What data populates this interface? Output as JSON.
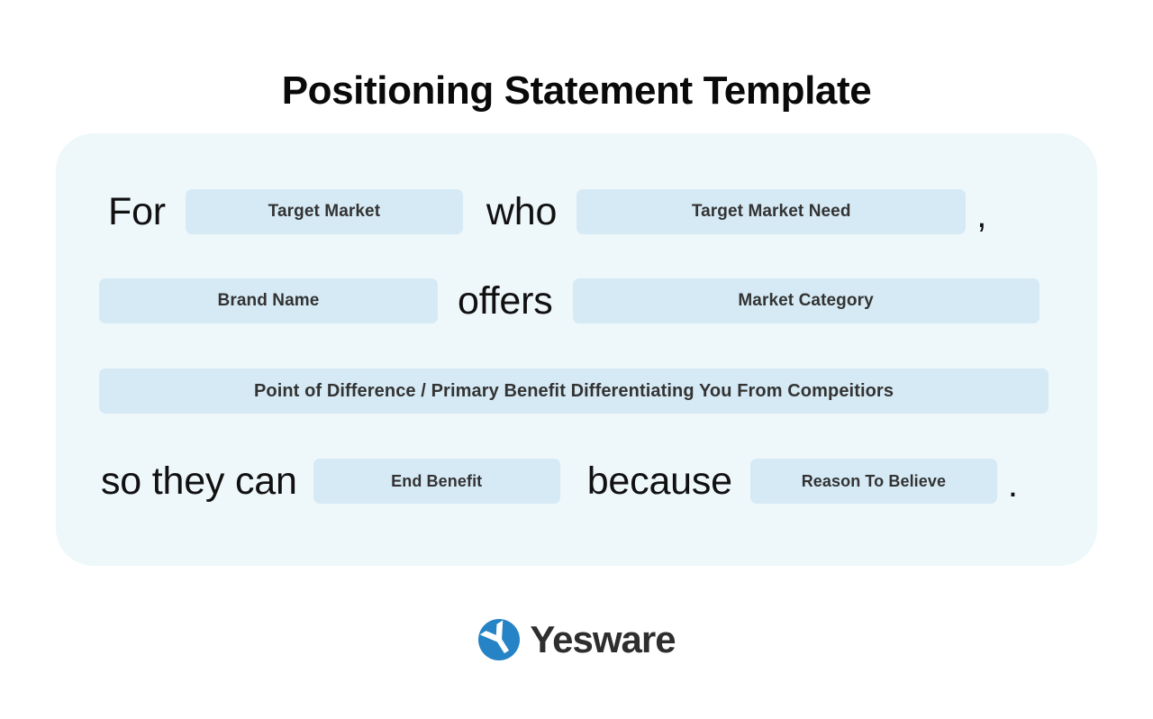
{
  "title": "Positioning Statement Template",
  "statement": {
    "rows": [
      {
        "id": "row-1",
        "parts": [
          {
            "kind": "connector",
            "text": "For"
          },
          {
            "kind": "field",
            "label": "Target Market"
          },
          {
            "kind": "connector",
            "text": "who"
          },
          {
            "kind": "field",
            "label": "Target Market Need"
          },
          {
            "kind": "punctuation",
            "text": ","
          }
        ]
      },
      {
        "id": "row-2",
        "parts": [
          {
            "kind": "field",
            "label": "Brand Name"
          },
          {
            "kind": "connector",
            "text": "offers"
          },
          {
            "kind": "field",
            "label": "Market Category"
          }
        ]
      },
      {
        "id": "row-3",
        "parts": [
          {
            "kind": "field",
            "label": "Point of Difference / Primary Benefit Differentiating You From Compeitiors"
          }
        ]
      },
      {
        "id": "row-4",
        "parts": [
          {
            "kind": "connector",
            "text": "so they can"
          },
          {
            "kind": "field",
            "label": "End Benefit"
          },
          {
            "kind": "connector",
            "text": "because"
          },
          {
            "kind": "field",
            "label": "Reason To Believe"
          },
          {
            "kind": "punctuation",
            "text": "."
          }
        ]
      }
    ]
  },
  "fields": {
    "target_market": "Target Market",
    "target_market_need": "Target Market Need",
    "brand_name": "Brand Name",
    "market_category": "Market Category",
    "point_of_difference": "Point of Difference / Primary Benefit Differentiating You From Compeitiors",
    "end_benefit": "End Benefit",
    "reason_to_believe": "Reason To Believe"
  },
  "connectors": {
    "for": "For",
    "who": "who",
    "offers": "offers",
    "so_they_can": "so they can",
    "because": "because",
    "comma": ",",
    "period": "."
  },
  "footer": {
    "brand_name": "Yesware",
    "logo_icon": "yesware-circle-y-icon"
  },
  "colors": {
    "page_background": "#ffffff",
    "card_background": "#eef7fa",
    "field_background": "#d6eaf5",
    "field_text": "#333333",
    "connector_text": "#111111",
    "title_text": "#0a0a0a",
    "logo_blue": "#2583c6",
    "logo_wordmark": "#2e2e2e"
  }
}
